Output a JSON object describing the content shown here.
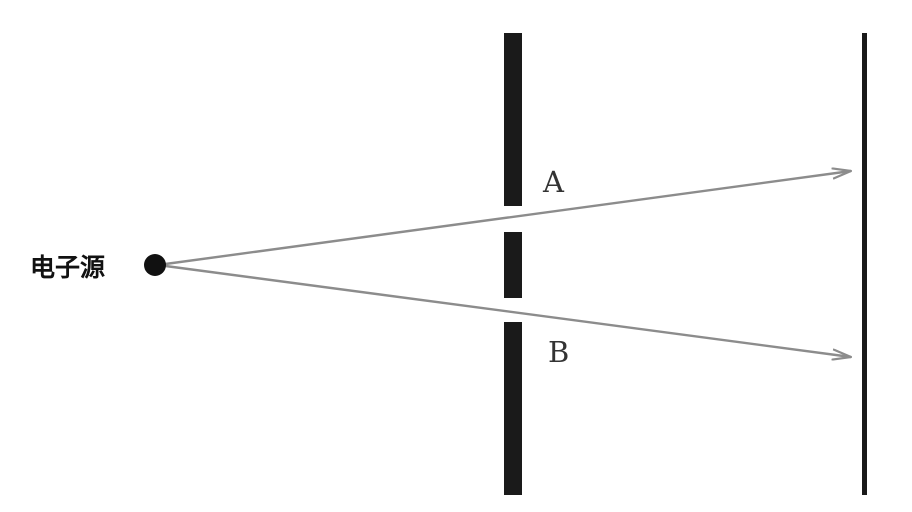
{
  "source": {
    "label": "电子源"
  },
  "slits": {
    "a_label": "A",
    "b_label": "B"
  },
  "colors": {
    "barrier": "#1a1a1a",
    "ray": "#8c8c8c",
    "source": "#111111"
  }
}
